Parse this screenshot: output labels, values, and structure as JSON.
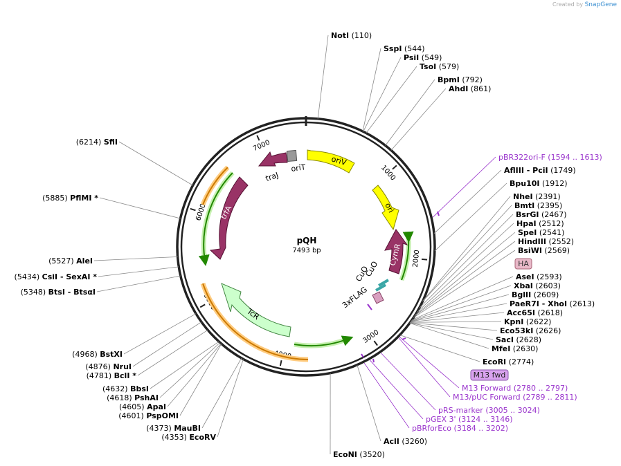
{
  "credit": {
    "prefix": "Created by",
    "brand": "SnapGene"
  },
  "plasmid": {
    "name": "pQH",
    "size": "7493 bp",
    "length": 7493
  },
  "ticks": [
    {
      "pos": 1000,
      "label": "1000"
    },
    {
      "pos": 2000,
      "label": "2000"
    },
    {
      "pos": 3000,
      "label": "3000"
    },
    {
      "pos": 4000,
      "label": "4000"
    },
    {
      "pos": 5000,
      "label": "5000"
    },
    {
      "pos": 6000,
      "label": "6000"
    },
    {
      "pos": 7000,
      "label": "7000"
    }
  ],
  "sites": [
    {
      "name": "NotI",
      "pos": "(110)",
      "bp": 110,
      "side": "right"
    },
    {
      "name": "SspI",
      "pos": "(544)",
      "bp": 544,
      "side": "right"
    },
    {
      "name": "PsiI",
      "pos": "(549)",
      "bp": 549,
      "side": "right"
    },
    {
      "name": "TsoI",
      "pos": "(579)",
      "bp": 579,
      "side": "right"
    },
    {
      "name": "BpmI",
      "pos": "(792)",
      "bp": 792,
      "side": "right"
    },
    {
      "name": "AhdI",
      "pos": "(861)",
      "bp": 861,
      "side": "right"
    },
    {
      "name": "AflIII  -  PciI",
      "pos": "(1749)",
      "bp": 1749,
      "side": "right"
    },
    {
      "name": "Bpu10I",
      "pos": "(1912)",
      "bp": 1912,
      "side": "right"
    },
    {
      "name": "NheI",
      "pos": "(2391)",
      "bp": 2391,
      "side": "right"
    },
    {
      "name": "BmtI",
      "pos": "(2395)",
      "bp": 2395,
      "side": "right"
    },
    {
      "name": "BsrGI",
      "pos": "(2467)",
      "bp": 2467,
      "side": "right"
    },
    {
      "name": "HpaI",
      "pos": "(2512)",
      "bp": 2512,
      "side": "right"
    },
    {
      "name": "SpeI",
      "pos": "(2541)",
      "bp": 2541,
      "side": "right"
    },
    {
      "name": "HindIII",
      "pos": "(2552)",
      "bp": 2552,
      "side": "right"
    },
    {
      "name": "BsiWI",
      "pos": "(2569)",
      "bp": 2569,
      "side": "right"
    },
    {
      "name": "AseI",
      "pos": "(2593)",
      "bp": 2593,
      "side": "right"
    },
    {
      "name": "XbaI",
      "pos": "(2603)",
      "bp": 2603,
      "side": "right"
    },
    {
      "name": "BglII",
      "pos": "(2609)",
      "bp": 2609,
      "side": "right"
    },
    {
      "name": "PaeR7I  -  XhoI",
      "pos": "(2613)",
      "bp": 2613,
      "side": "right"
    },
    {
      "name": "Acc65I",
      "pos": "(2618)",
      "bp": 2618,
      "side": "right"
    },
    {
      "name": "KpnI",
      "pos": "(2622)",
      "bp": 2622,
      "side": "right"
    },
    {
      "name": "Eco53kI",
      "pos": "(2626)",
      "bp": 2626,
      "side": "right"
    },
    {
      "name": "SacI",
      "pos": "(2628)",
      "bp": 2628,
      "side": "right"
    },
    {
      "name": "MfeI",
      "pos": "(2630)",
      "bp": 2630,
      "side": "right"
    },
    {
      "name": "EcoRI",
      "pos": "(2774)",
      "bp": 2774,
      "side": "right"
    },
    {
      "name": "AclI",
      "pos": "(3260)",
      "bp": 3260,
      "side": "right"
    },
    {
      "name": "EcoNI",
      "pos": "(3520)",
      "bp": 3520,
      "side": "right"
    },
    {
      "name": "EcoRV",
      "pos": "(4353)",
      "bp": 4353,
      "side": "left"
    },
    {
      "name": "MauBI",
      "pos": "(4373)",
      "bp": 4373,
      "side": "left"
    },
    {
      "name": "PspOMI",
      "pos": "(4601)",
      "bp": 4601,
      "side": "left"
    },
    {
      "name": "ApaI",
      "pos": "(4605)",
      "bp": 4605,
      "side": "left"
    },
    {
      "name": "PshAI",
      "pos": "(4618)",
      "bp": 4618,
      "side": "left"
    },
    {
      "name": "BbsI",
      "pos": "(4632)",
      "bp": 4632,
      "side": "left"
    },
    {
      "name": "BclI *",
      "pos": "(4781)",
      "bp": 4781,
      "side": "left"
    },
    {
      "name": "NruI",
      "pos": "(4876)",
      "bp": 4876,
      "side": "left"
    },
    {
      "name": "BstXI",
      "pos": "(4968)",
      "bp": 4968,
      "side": "left"
    },
    {
      "name": "BtsI  -  BtsαI",
      "pos": "(5348)",
      "bp": 5348,
      "side": "left"
    },
    {
      "name": "CsiI  -  SexAI *",
      "pos": "(5434)",
      "bp": 5434,
      "side": "left"
    },
    {
      "name": "AleI",
      "pos": "(5527)",
      "bp": 5527,
      "side": "left"
    },
    {
      "name": "PflMI *",
      "pos": "(5885)",
      "bp": 5885,
      "side": "left"
    },
    {
      "name": "SfiI",
      "pos": "(6214)",
      "bp": 6214,
      "side": "left"
    }
  ],
  "primers": [
    {
      "name": "pBR322ori-F",
      "range": "(1594 .. 1613)",
      "bp": 1600
    },
    {
      "name": "M13 Forward",
      "range": "(2780 .. 2797)",
      "bp": 2788
    },
    {
      "name": "M13/pUC Forward",
      "range": "(2789 .. 2811)",
      "bp": 2800
    },
    {
      "name": "pRS-marker",
      "range": "(3005 .. 3024)",
      "bp": 3014
    },
    {
      "name": "pGEX 3'",
      "range": "(3124 .. 3146)",
      "bp": 3135
    },
    {
      "name": "pBRforEco",
      "range": "(3184 .. 3202)",
      "bp": 3193
    }
  ],
  "feature_boxes": [
    {
      "name": "HA",
      "fill": "#e8b8c8"
    },
    {
      "name": "M13 fwd",
      "fill": "#d9a3ee"
    }
  ],
  "features": [
    {
      "name": "oriV",
      "fill": "#ffff00"
    },
    {
      "name": "ori",
      "fill": "#ffff00"
    },
    {
      "name": "CymR",
      "fill": "#993366"
    },
    {
      "name": "CuO",
      "fill": "#3aa6a6"
    },
    {
      "name": "CuO",
      "fill": "#3aa6a6"
    },
    {
      "name": "3xFLAG",
      "fill": "#d9a0c0"
    },
    {
      "name": "TcR",
      "fill": "#ccffcc"
    },
    {
      "name": "trfA",
      "fill": "#993366"
    },
    {
      "name": "traJ",
      "fill": "#993366"
    },
    {
      "name": "oriT",
      "fill": "#999999"
    }
  ],
  "colors": {
    "backbone": "#222222",
    "primer": "#9933cc",
    "orf_green": "#228800",
    "orf_orange": "#ff9900"
  }
}
